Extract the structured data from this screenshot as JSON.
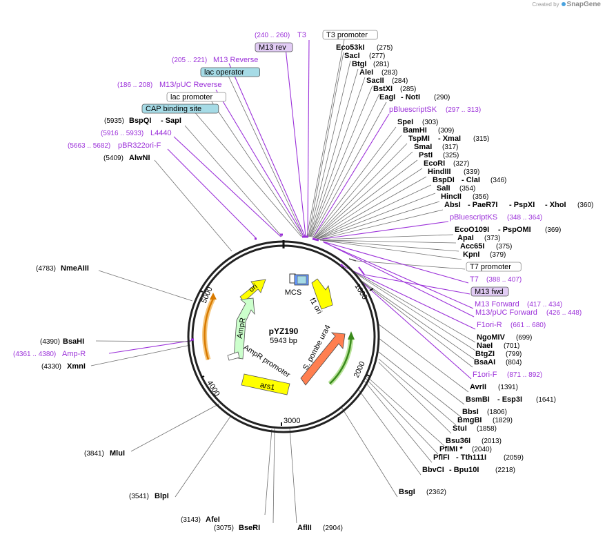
{
  "brand": {
    "prefix": "Created by",
    "name": "SnapGene"
  },
  "plasmid": {
    "name": "pYZ190",
    "size_label": "5943 bp"
  },
  "ticks": [
    "1000",
    "2000",
    "3000",
    "4000",
    "5000"
  ],
  "features": [
    {
      "id": "ori",
      "label": "ori",
      "color": "#ffff00"
    },
    {
      "id": "f1ori",
      "label": "f1 ori",
      "color": "#ffff00"
    },
    {
      "id": "ura4",
      "label": "S. pombe ura4",
      "color": "#ff7f50"
    },
    {
      "id": "ars1",
      "label": "ars1",
      "color": "#ffff00"
    },
    {
      "id": "ampr",
      "label": "AmpR",
      "color": "#ccffcc"
    },
    {
      "id": "amprpromoter",
      "label": "AmpR promoter",
      "color": "#ffffff"
    },
    {
      "id": "mcs",
      "label": "MCS",
      "color": "#6699ff"
    }
  ],
  "labels": [
    {
      "id": "t3-rng",
      "text": "(240 .. 260)",
      "kind": "frange"
    },
    {
      "id": "t3",
      "text": "T3",
      "kind": "fname"
    },
    {
      "id": "t3promoter",
      "text": "T3 promoter",
      "kind": "box"
    },
    {
      "id": "m13rev",
      "text": "M13 rev",
      "kind": "boxp"
    },
    {
      "id": "m13reverse-rng",
      "text": "(205 .. 221)",
      "kind": "frange"
    },
    {
      "id": "m13reverse",
      "text": "M13 Reverse",
      "kind": "fname"
    },
    {
      "id": "lacoperator",
      "text": "lac operator",
      "kind": "boxt"
    },
    {
      "id": "m13pucrev-rng",
      "text": "(186 .. 208)",
      "kind": "frange"
    },
    {
      "id": "m13pucrev",
      "text": "M13/pUC Reverse",
      "kind": "fname"
    },
    {
      "id": "lacpromoter",
      "text": "lac promoter",
      "kind": "box"
    },
    {
      "id": "cap",
      "text": "CAP binding site",
      "kind": "boxt"
    },
    {
      "id": "bspqi-pos",
      "text": "(5935)",
      "kind": "pos"
    },
    {
      "id": "bspqi",
      "text": "BspQI",
      "kind": "enz"
    },
    {
      "id": "sapi",
      "text": "- SapI",
      "kind": "enz"
    },
    {
      "id": "l4440-rng",
      "text": "(5916 .. 5933)",
      "kind": "frange"
    },
    {
      "id": "l4440",
      "text": "L4440",
      "kind": "fname"
    },
    {
      "id": "pbr-rng",
      "text": "(5663 .. 5682)",
      "kind": "frange"
    },
    {
      "id": "pbr",
      "text": "pBR322ori-F",
      "kind": "fname"
    },
    {
      "id": "alwni-pos",
      "text": "(5409)",
      "kind": "pos"
    },
    {
      "id": "alwni",
      "text": "AlwNI",
      "kind": "enz"
    },
    {
      "id": "eco53ki",
      "text": "Eco53kI",
      "kind": "enz"
    },
    {
      "id": "eco53ki-pos",
      "text": "(275)",
      "kind": "pos"
    },
    {
      "id": "saci",
      "text": "SacI",
      "kind": "enz"
    },
    {
      "id": "saci-pos",
      "text": "(277)",
      "kind": "pos"
    },
    {
      "id": "btgi",
      "text": "BtgI",
      "kind": "enz"
    },
    {
      "id": "btgi-pos",
      "text": "(281)",
      "kind": "pos"
    },
    {
      "id": "alei",
      "text": "AleI",
      "kind": "enz"
    },
    {
      "id": "alei-pos",
      "text": "(283)",
      "kind": "pos"
    },
    {
      "id": "sacii",
      "text": "SacII",
      "kind": "enz"
    },
    {
      "id": "sacii-pos",
      "text": "(284)",
      "kind": "pos"
    },
    {
      "id": "bstxi",
      "text": "BstXI",
      "kind": "enz"
    },
    {
      "id": "bstxi-pos",
      "text": "(285)",
      "kind": "pos"
    },
    {
      "id": "eagi",
      "text": "EagI",
      "kind": "enz"
    },
    {
      "id": "noti",
      "text": "- NotI",
      "kind": "enz"
    },
    {
      "id": "eagi-pos",
      "text": "(290)",
      "kind": "pos"
    },
    {
      "id": "pbssk",
      "text": "pBluescriptSK",
      "kind": "fname"
    },
    {
      "id": "pbssk-rng",
      "text": "(297 .. 313)",
      "kind": "frange"
    },
    {
      "id": "spei",
      "text": "SpeI",
      "kind": "enz"
    },
    {
      "id": "spei-pos",
      "text": "(303)",
      "kind": "pos"
    },
    {
      "id": "bamhi",
      "text": "BamHI",
      "kind": "enz"
    },
    {
      "id": "bamhi-pos",
      "text": "(309)",
      "kind": "pos"
    },
    {
      "id": "tspmi",
      "text": "TspMI",
      "kind": "enz"
    },
    {
      "id": "xmai",
      "text": "- XmaI",
      "kind": "enz"
    },
    {
      "id": "tspmi-pos",
      "text": "(315)",
      "kind": "pos"
    },
    {
      "id": "smai",
      "text": "SmaI",
      "kind": "enz"
    },
    {
      "id": "smai-pos",
      "text": "(317)",
      "kind": "pos"
    },
    {
      "id": "psti",
      "text": "PstI",
      "kind": "enz"
    },
    {
      "id": "psti-pos",
      "text": "(325)",
      "kind": "pos"
    },
    {
      "id": "ecori",
      "text": "EcoRI",
      "kind": "enz"
    },
    {
      "id": "ecori-pos",
      "text": "(327)",
      "kind": "pos"
    },
    {
      "id": "hindiii",
      "text": "HindIII",
      "kind": "enz"
    },
    {
      "id": "hindiii-pos",
      "text": "(339)",
      "kind": "pos"
    },
    {
      "id": "bspdi",
      "text": "BspDI",
      "kind": "enz"
    },
    {
      "id": "clai",
      "text": "- ClaI",
      "kind": "enz"
    },
    {
      "id": "bspdi-pos",
      "text": "(346)",
      "kind": "pos"
    },
    {
      "id": "sali",
      "text": "SalI",
      "kind": "enz"
    },
    {
      "id": "sali-pos",
      "text": "(354)",
      "kind": "pos"
    },
    {
      "id": "hincii",
      "text": "HincII",
      "kind": "enz"
    },
    {
      "id": "hincii-pos",
      "text": "(356)",
      "kind": "pos"
    },
    {
      "id": "absi",
      "text": "AbsI",
      "kind": "enz"
    },
    {
      "id": "paer7i",
      "text": "- PaeR7I",
      "kind": "enz"
    },
    {
      "id": "pspxi",
      "text": "- PspXI",
      "kind": "enz"
    },
    {
      "id": "xhoi",
      "text": "- XhoI",
      "kind": "enz"
    },
    {
      "id": "absi-pos",
      "text": "(360)",
      "kind": "pos"
    },
    {
      "id": "pbsks",
      "text": "pBluescriptKS",
      "kind": "fname"
    },
    {
      "id": "pbsks-rng",
      "text": "(348 .. 364)",
      "kind": "frange"
    },
    {
      "id": "ecoo109i",
      "text": "EcoO109I",
      "kind": "enz"
    },
    {
      "id": "pspomi",
      "text": "- PspOMI",
      "kind": "enz"
    },
    {
      "id": "ecoo109i-pos",
      "text": "(369)",
      "kind": "pos"
    },
    {
      "id": "apai",
      "text": "ApaI",
      "kind": "enz"
    },
    {
      "id": "apai-pos",
      "text": "(373)",
      "kind": "pos"
    },
    {
      "id": "acc65i",
      "text": "Acc65I",
      "kind": "enz"
    },
    {
      "id": "acc65i-pos",
      "text": "(375)",
      "kind": "pos"
    },
    {
      "id": "kpni",
      "text": "KpnI",
      "kind": "enz"
    },
    {
      "id": "kpni-pos",
      "text": "(379)",
      "kind": "pos"
    },
    {
      "id": "t7promoter",
      "text": "T7 promoter",
      "kind": "box"
    },
    {
      "id": "t7",
      "text": "T7",
      "kind": "fname"
    },
    {
      "id": "t7-rng",
      "text": "(388 .. 407)",
      "kind": "frange"
    },
    {
      "id": "m13fwd",
      "text": "M13 fwd",
      "kind": "boxp"
    },
    {
      "id": "m13forward",
      "text": "M13 Forward",
      "kind": "fname"
    },
    {
      "id": "m13forward-rng",
      "text": "(417 .. 434)",
      "kind": "frange"
    },
    {
      "id": "m13pucfwd",
      "text": "M13/pUC Forward",
      "kind": "fname"
    },
    {
      "id": "m13pucfwd-rng",
      "text": "(426 .. 448)",
      "kind": "frange"
    },
    {
      "id": "f1orir",
      "text": "F1ori-R",
      "kind": "fname"
    },
    {
      "id": "f1orir-rng",
      "text": "(661 .. 680)",
      "kind": "frange"
    },
    {
      "id": "ngomiv",
      "text": "NgoMIV",
      "kind": "enz"
    },
    {
      "id": "ngomiv-pos",
      "text": "(699)",
      "kind": "pos"
    },
    {
      "id": "naei",
      "text": "NaeI",
      "kind": "enz"
    },
    {
      "id": "naei-pos",
      "text": "(701)",
      "kind": "pos"
    },
    {
      "id": "btgzi",
      "text": "BtgZI",
      "kind": "enz"
    },
    {
      "id": "btgzi-pos",
      "text": "(799)",
      "kind": "pos"
    },
    {
      "id": "bsaai",
      "text": "BsaAI",
      "kind": "enz"
    },
    {
      "id": "bsaai-pos",
      "text": "(804)",
      "kind": "pos"
    },
    {
      "id": "f1orif",
      "text": "F1ori-F",
      "kind": "fname"
    },
    {
      "id": "f1orif-rng",
      "text": "(871 .. 892)",
      "kind": "frange"
    },
    {
      "id": "avrii",
      "text": "AvrII",
      "kind": "enz"
    },
    {
      "id": "avrii-pos",
      "text": "(1391)",
      "kind": "pos"
    },
    {
      "id": "bsmbi",
      "text": "BsmBI",
      "kind": "enz"
    },
    {
      "id": "esp3i",
      "text": "- Esp3I",
      "kind": "enz"
    },
    {
      "id": "bsmbi-pos",
      "text": "(1641)",
      "kind": "pos"
    },
    {
      "id": "bbsi",
      "text": "BbsI",
      "kind": "enz"
    },
    {
      "id": "bbsi-pos",
      "text": "(1806)",
      "kind": "pos"
    },
    {
      "id": "bmgbi",
      "text": "BmgBI",
      "kind": "enz"
    },
    {
      "id": "bmgbi-pos",
      "text": "(1829)",
      "kind": "pos"
    },
    {
      "id": "stui",
      "text": "StuI",
      "kind": "enz"
    },
    {
      "id": "stui-pos",
      "text": "(1858)",
      "kind": "pos"
    },
    {
      "id": "bsu36i",
      "text": "Bsu36I",
      "kind": "enz"
    },
    {
      "id": "bsu36i-pos",
      "text": "(2013)",
      "kind": "pos"
    },
    {
      "id": "pflmi",
      "text": "PflMI *",
      "kind": "enz"
    },
    {
      "id": "pflmi-pos",
      "text": "(2040)",
      "kind": "pos"
    },
    {
      "id": "pflfi",
      "text": "PflFI",
      "kind": "enz"
    },
    {
      "id": "tth111i",
      "text": "- Tth111I",
      "kind": "enz"
    },
    {
      "id": "pflfi-pos",
      "text": "(2059)",
      "kind": "pos"
    },
    {
      "id": "bbvci",
      "text": "BbvCI",
      "kind": "enz"
    },
    {
      "id": "bpu10i",
      "text": "- Bpu10I",
      "kind": "enz"
    },
    {
      "id": "bbvci-pos",
      "text": "(2218)",
      "kind": "pos"
    },
    {
      "id": "bsgi",
      "text": "BsgI",
      "kind": "enz"
    },
    {
      "id": "bsgi-pos",
      "text": "(2362)",
      "kind": "pos"
    },
    {
      "id": "aflii-pos",
      "text": "(2904)",
      "kind": "pos"
    },
    {
      "id": "aflii",
      "text": "AflII",
      "kind": "enz"
    },
    {
      "id": "bseri-pos",
      "text": "(3075)",
      "kind": "pos"
    },
    {
      "id": "bseri",
      "text": "BseRI",
      "kind": "enz"
    },
    {
      "id": "afei-pos",
      "text": "(3143)",
      "kind": "pos"
    },
    {
      "id": "afei",
      "text": "AfeI",
      "kind": "enz"
    },
    {
      "id": "blpi-pos",
      "text": "(3541)",
      "kind": "pos"
    },
    {
      "id": "blpi",
      "text": "BlpI",
      "kind": "enz"
    },
    {
      "id": "mlui-pos",
      "text": "(3841)",
      "kind": "pos"
    },
    {
      "id": "mlui",
      "text": "MluI",
      "kind": "enz"
    },
    {
      "id": "xmni-pos",
      "text": "(4330)",
      "kind": "pos"
    },
    {
      "id": "xmni",
      "text": "XmnI",
      "kind": "enz"
    },
    {
      "id": "ampr-rng",
      "text": "(4361 .. 4380)",
      "kind": "frange"
    },
    {
      "id": "ampr-primer",
      "text": "Amp-R",
      "kind": "fname"
    },
    {
      "id": "bsahi-pos",
      "text": "(4390)",
      "kind": "pos"
    },
    {
      "id": "bsahi",
      "text": "BsaHI",
      "kind": "enz"
    },
    {
      "id": "nmeaiii-pos",
      "text": "(4783)",
      "kind": "pos"
    },
    {
      "id": "nmeaiii",
      "text": "NmeAIII",
      "kind": "enz"
    }
  ],
  "colors": {
    "primer": "#9b30d9",
    "enzyme_line": "#6e6e6e",
    "teal_box": "#a6dbe6",
    "purple_box": "#e2ccf5"
  }
}
